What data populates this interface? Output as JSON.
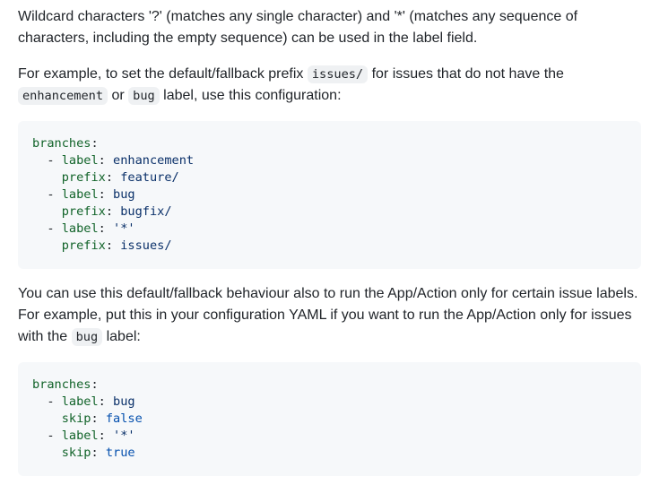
{
  "paragraphs": {
    "p1": "Wildcard characters '?' (matches any single character) and '*' (matches any sequence of characters, including the empty sequence) can be used in the label field.",
    "p2_a": "For example, to set the default/fallback prefix ",
    "p2_code1": "issues/",
    "p2_b": " for issues that do not have the ",
    "p2_code2": "enhancement",
    "p2_c": " or ",
    "p2_code3": "bug",
    "p2_d": " label, use this configuration:",
    "p3_a": "You can use this default/fallback behaviour also to run the App/Action only for certain issue labels. For example, put this in your configuration YAML if you want to run the App/Action only for issues with the ",
    "p3_code1": "bug",
    "p3_b": " label:"
  },
  "code_block_1": {
    "l1_key": "branches",
    "l2_dash": "  - ",
    "l2_key": "label",
    "l2_val": "enhancement",
    "l3_key": "prefix",
    "l3_val": "feature/",
    "l4_dash": "  - ",
    "l4_key": "label",
    "l4_val": "bug",
    "l5_key": "prefix",
    "l5_val": "bugfix/",
    "l6_dash": "  - ",
    "l6_key": "label",
    "l6_val": "'*'",
    "l7_key": "prefix",
    "l7_val": "issues/"
  },
  "code_block_2": {
    "l1_key": "branches",
    "l2_dash": "  - ",
    "l2_key": "label",
    "l2_val": "bug",
    "l3_key": "skip",
    "l3_val": "false",
    "l4_dash": "  - ",
    "l4_key": "label",
    "l4_val": "'*'",
    "l5_key": "skip",
    "l5_val": "true"
  },
  "colors": {
    "text": "#1f2328",
    "code_bg": "#f6f8fa",
    "yaml_key": "#116329",
    "yaml_string": "#0a3069",
    "yaml_boolean": "#0550ae"
  }
}
